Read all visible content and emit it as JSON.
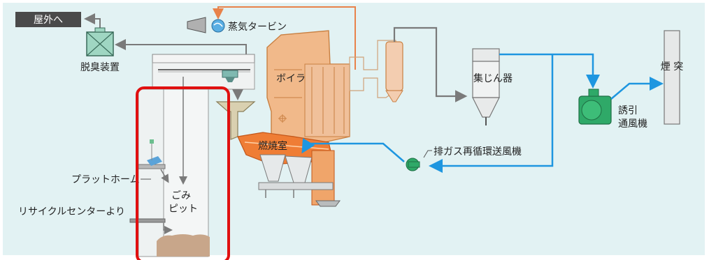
{
  "labels": {
    "outside": "屋外へ",
    "deodorizer": "脱臭装置",
    "steam_turbine": "蒸気タービン",
    "boiler": "ボイラ",
    "dust_collector": "集じん器",
    "chimney": "煙 突",
    "induced_fan_line1": "誘引",
    "induced_fan_line2": "通風機",
    "combustion_chamber": "燃焼室",
    "recirculation_fan": "排ガス再循環送風機",
    "platform": "プラットホーム",
    "pit_line1": "ごみ",
    "pit_line2": "ピット",
    "recycle_center": "リサイクルセンターより"
  },
  "colors": {
    "background": "#e2f2f3",
    "boiler_fill": "#f1b98a",
    "boiler_stroke": "#c98042",
    "fire": "#ef7d35",
    "flue_line": "#8a8a8a",
    "steam_line": "#e8824a",
    "exhaust_arrow": "#1e96e0",
    "fan_green": "#2fa968",
    "deodorizer_green": "#9fd6c2",
    "highlight_box": "#e01010",
    "label_box": "#4a4a4a"
  }
}
